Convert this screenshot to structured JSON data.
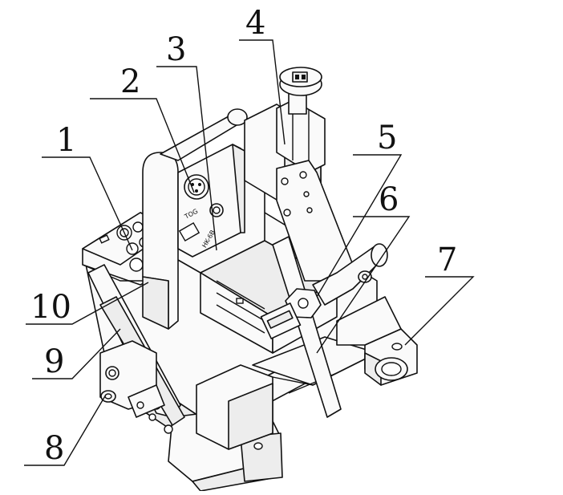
{
  "callouts": [
    {
      "id": "1",
      "label": "1"
    },
    {
      "id": "2",
      "label": "2"
    },
    {
      "id": "3",
      "label": "3"
    },
    {
      "id": "4",
      "label": "4"
    },
    {
      "id": "5",
      "label": "5"
    },
    {
      "id": "6",
      "label": "6"
    },
    {
      "id": "7",
      "label": "7"
    },
    {
      "id": "8",
      "label": "8"
    },
    {
      "id": "9",
      "label": "9"
    },
    {
      "id": "10",
      "label": "10"
    }
  ],
  "model_plate": {
    "text": "HK-6B"
  }
}
